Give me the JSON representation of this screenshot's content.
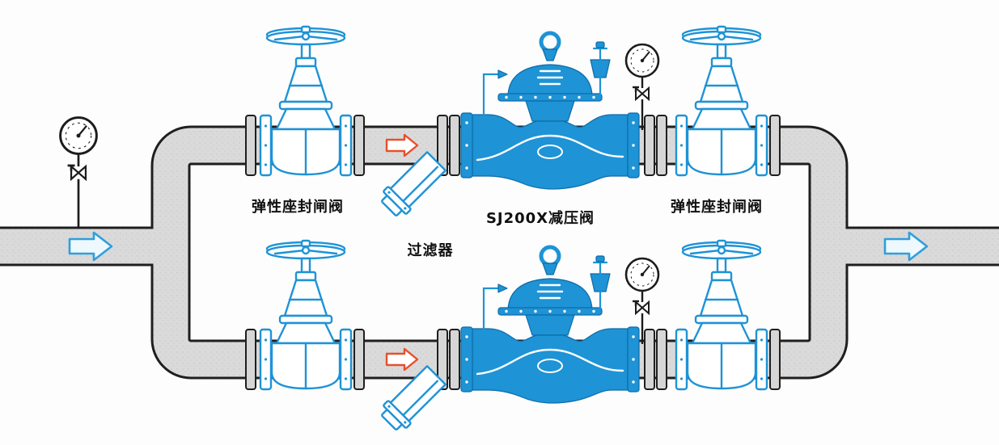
{
  "diagram": {
    "labels": {
      "gate_valve_left": "弹性座封闸阀",
      "strainer": "过滤器",
      "prv": "SJ200X减压阀",
      "gate_valve_right": "弹性座封闸阀"
    }
  },
  "colors": {
    "valve_blue": "#1e93d6",
    "valve_blue_dark": "#0e6ca8",
    "arrow_blue": "#2f9fdb",
    "arrow_red": "#e8502a",
    "pipe_gray": "#d9d9d9",
    "outline": "#1f1f1f"
  }
}
